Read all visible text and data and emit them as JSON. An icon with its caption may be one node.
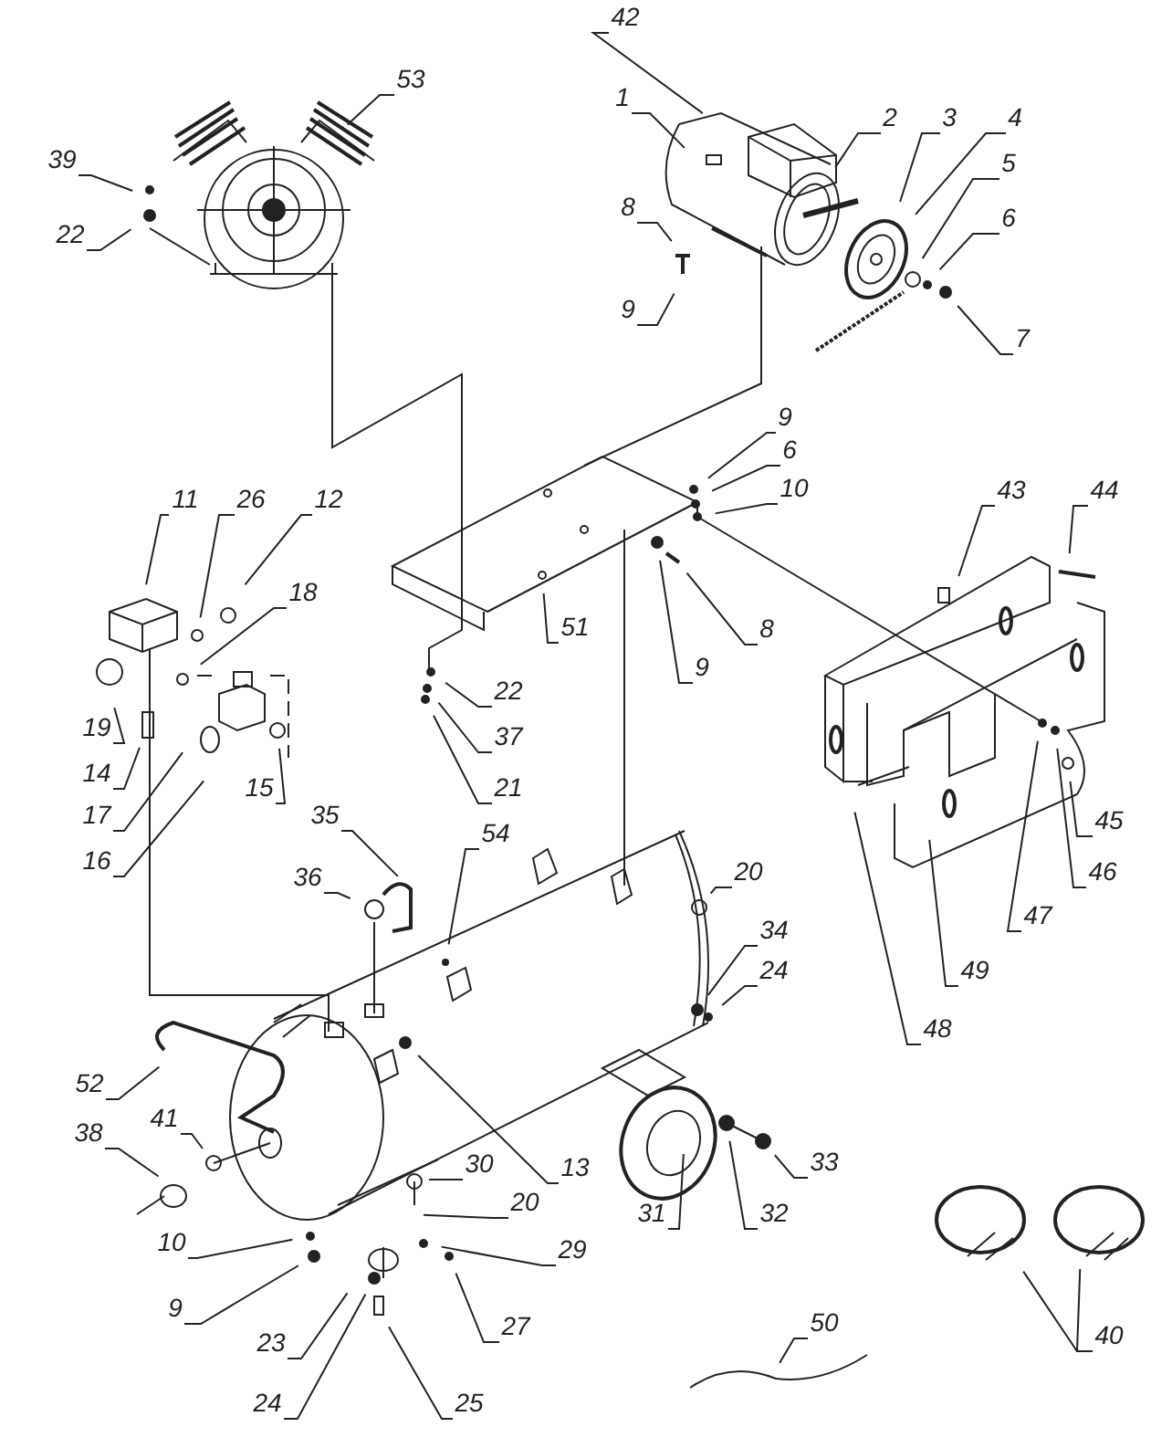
{
  "diagram": {
    "nodes": [
      {
        "text": [
          "42"
        ]
      },
      {
        "text": [
          "53"
        ]
      },
      {
        "text": [
          "1"
        ]
      },
      {
        "text": [
          "2"
        ]
      },
      {
        "text": [
          "3"
        ]
      },
      {
        "text": [
          "4"
        ]
      },
      {
        "text": [
          "39"
        ]
      },
      {
        "text": [
          "5"
        ]
      },
      {
        "text": [
          "8"
        ]
      },
      {
        "text": [
          "6"
        ]
      },
      {
        "text": [
          "22"
        ]
      },
      {
        "text": [
          "9"
        ]
      },
      {
        "text": [
          "7"
        ]
      },
      {
        "text": [
          "9"
        ]
      },
      {
        "text": [
          "6"
        ]
      },
      {
        "text": [
          "43"
        ]
      },
      {
        "text": [
          "44"
        ]
      },
      {
        "text": [
          "10"
        ]
      },
      {
        "text": [
          "11"
        ]
      },
      {
        "text": [
          "26"
        ]
      },
      {
        "text": [
          "12"
        ]
      },
      {
        "text": [
          "18"
        ]
      },
      {
        "text": [
          "51"
        ]
      },
      {
        "text": [
          "8"
        ]
      },
      {
        "text": [
          "9"
        ]
      },
      {
        "text": [
          "22"
        ]
      },
      {
        "text": [
          "19"
        ]
      },
      {
        "text": [
          "37"
        ]
      },
      {
        "text": [
          "14"
        ]
      },
      {
        "text": [
          "15"
        ]
      },
      {
        "text": [
          "21"
        ]
      },
      {
        "text": [
          "45"
        ]
      },
      {
        "text": [
          "17"
        ]
      },
      {
        "text": [
          "35"
        ]
      },
      {
        "text": [
          "54"
        ]
      },
      {
        "text": [
          "16"
        ]
      },
      {
        "text": [
          "46"
        ]
      },
      {
        "text": [
          "20"
        ]
      },
      {
        "text": [
          "36"
        ]
      },
      {
        "text": [
          "47"
        ]
      },
      {
        "text": [
          "34"
        ]
      },
      {
        "text": [
          "49"
        ]
      },
      {
        "text": [
          "24"
        ]
      },
      {
        "text": [
          "48"
        ]
      },
      {
        "text": [
          "52"
        ]
      },
      {
        "text": [
          "41"
        ]
      },
      {
        "text": [
          "38"
        ]
      },
      {
        "text": [
          "33"
        ]
      },
      {
        "text": [
          "30"
        ]
      },
      {
        "text": [
          "13"
        ]
      },
      {
        "text": [
          "20"
        ]
      },
      {
        "text": [
          "31"
        ]
      },
      {
        "text": [
          "32"
        ]
      },
      {
        "text": [
          "10"
        ]
      },
      {
        "text": [
          "29"
        ]
      },
      {
        "text": [
          "9"
        ]
      },
      {
        "text": [
          "50"
        ]
      },
      {
        "text": [
          "27"
        ]
      },
      {
        "text": [
          "40"
        ]
      },
      {
        "text": [
          "23"
        ]
      },
      {
        "text": [
          "24"
        ]
      },
      {
        "text": [
          "25"
        ]
      }
    ],
    "edges": [
      {
        "from": 0,
        "to": null,
        "arrow": "none"
      },
      {
        "from": 1,
        "to": null,
        "arrow": "none"
      },
      {
        "from": 2,
        "to": null,
        "arrow": "none"
      },
      {
        "from": 3,
        "to": null,
        "arrow": "none"
      },
      {
        "from": 4,
        "to": null,
        "arrow": "none"
      },
      {
        "from": 5,
        "to": null,
        "arrow": "none"
      },
      {
        "from": 6,
        "to": null,
        "arrow": "none"
      },
      {
        "from": 7,
        "to": null,
        "arrow": "none"
      },
      {
        "from": 8,
        "to": null,
        "arrow": "none"
      },
      {
        "from": 9,
        "to": null,
        "arrow": "none"
      },
      {
        "from": 10,
        "to": null,
        "arrow": "none"
      },
      {
        "from": 11,
        "to": null,
        "arrow": "none"
      },
      {
        "from": 12,
        "to": null,
        "arrow": "none"
      },
      {
        "from": 13,
        "to": null,
        "arrow": "none"
      },
      {
        "from": 14,
        "to": null,
        "arrow": "none"
      },
      {
        "from": 15,
        "to": null,
        "arrow": "none"
      },
      {
        "from": 16,
        "to": null,
        "arrow": "none"
      },
      {
        "from": 17,
        "to": null,
        "arrow": "none"
      },
      {
        "from": 18,
        "to": null,
        "arrow": "none"
      },
      {
        "from": 19,
        "to": null,
        "arrow": "none"
      },
      {
        "from": 20,
        "to": null,
        "arrow": "none"
      },
      {
        "from": 21,
        "to": null,
        "arrow": "none"
      },
      {
        "from": 22,
        "to": null,
        "arrow": "none"
      },
      {
        "from": 23,
        "to": null,
        "arrow": "none"
      },
      {
        "from": 24,
        "to": null,
        "arrow": "none"
      },
      {
        "from": 25,
        "to": null,
        "arrow": "none"
      },
      {
        "from": 26,
        "to": null,
        "arrow": "none"
      },
      {
        "from": 27,
        "to": null,
        "arrow": "none"
      },
      {
        "from": 28,
        "to": null,
        "arrow": "none"
      },
      {
        "from": 29,
        "to": null,
        "arrow": "none"
      },
      {
        "from": 30,
        "to": null,
        "arrow": "none"
      },
      {
        "from": 31,
        "to": null,
        "arrow": "none"
      },
      {
        "from": 32,
        "to": null,
        "arrow": "none"
      },
      {
        "from": 33,
        "to": null,
        "arrow": "none"
      },
      {
        "from": 34,
        "to": null,
        "arrow": "none"
      },
      {
        "from": 35,
        "to": null,
        "arrow": "none"
      },
      {
        "from": 36,
        "to": null,
        "arrow": "none"
      },
      {
        "from": 37,
        "to": null,
        "arrow": "none"
      },
      {
        "from": 38,
        "to": null,
        "arrow": "none"
      },
      {
        "from": 39,
        "to": null,
        "arrow": "none"
      },
      {
        "from": 40,
        "to": null,
        "arrow": "none"
      },
      {
        "from": 41,
        "to": null,
        "arrow": "none"
      },
      {
        "from": 42,
        "to": null,
        "arrow": "none"
      },
      {
        "from": 43,
        "to": null,
        "arrow": "none"
      },
      {
        "from": 44,
        "to": null,
        "arrow": "none"
      },
      {
        "from": 45,
        "to": null,
        "arrow": "none"
      },
      {
        "from": 46,
        "to": null,
        "arrow": "none"
      },
      {
        "from": 47,
        "to": null,
        "arrow": "none"
      },
      {
        "from": 48,
        "to": null,
        "arrow": "none"
      },
      {
        "from": 49,
        "to": null,
        "arrow": "none"
      },
      {
        "from": 50,
        "to": null,
        "arrow": "none"
      },
      {
        "from": 51,
        "to": null,
        "arrow": "none"
      },
      {
        "from": 52,
        "to": null,
        "arrow": "none"
      },
      {
        "from": 53,
        "to": null,
        "arrow": "none"
      },
      {
        "from": 54,
        "to": null,
        "arrow": "none"
      },
      {
        "from": 55,
        "to": null,
        "arrow": "none"
      },
      {
        "from": 56,
        "to": null,
        "arrow": "none"
      },
      {
        "from": 57,
        "to": null,
        "arrow": "none"
      },
      {
        "from": 58,
        "to": null,
        "arrow": "none"
      },
      {
        "from": 59,
        "to": null,
        "arrow": "none"
      },
      {
        "from": 60,
        "to": null,
        "arrow": "none"
      },
      {
        "from": 61,
        "to": null,
        "arrow": "none"
      },
      {
        "from": 58,
        "to": null,
        "arrow": "none"
      }
    ]
  }
}
